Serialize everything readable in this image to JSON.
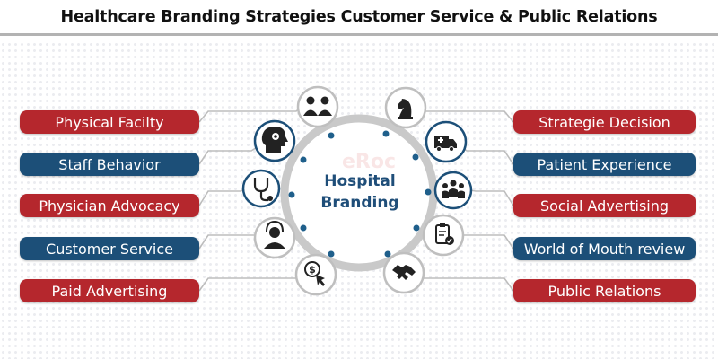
{
  "header": {
    "title": "Healthcare Branding Strategies Customer Service & Public Relations"
  },
  "colors": {
    "red": "#b5272d",
    "blue": "#1c4f78",
    "ring": "#c7c7c7",
    "dot": "#1f5f8b",
    "icon": "#222222"
  },
  "center": {
    "line1": "Hospital",
    "line2": "Branding",
    "watermark": "eRoc"
  },
  "left_items": [
    {
      "label": "Physical Facilty",
      "color": "red",
      "icon": "doctors-icon"
    },
    {
      "label": "Staff Behavior",
      "color": "blue",
      "icon": "head-brain-icon"
    },
    {
      "label": "Physician Advocacy",
      "color": "red",
      "icon": "stethoscope-icon"
    },
    {
      "label": "Customer Service",
      "color": "blue",
      "icon": "support-agent-icon"
    },
    {
      "label": "Paid Advertising",
      "color": "red",
      "icon": "dollar-click-icon"
    }
  ],
  "right_items": [
    {
      "label": "Strategie Decision",
      "color": "red",
      "icon": "chess-knight-icon"
    },
    {
      "label": "Patient Experience",
      "color": "blue",
      "icon": "ambulance-icon"
    },
    {
      "label": "Social Advertising",
      "color": "red",
      "icon": "people-group-icon"
    },
    {
      "label": "World of Mouth review",
      "color": "blue",
      "icon": "clipboard-check-icon"
    },
    {
      "label": "Public Relations",
      "color": "red",
      "icon": "handshake-icon"
    }
  ]
}
